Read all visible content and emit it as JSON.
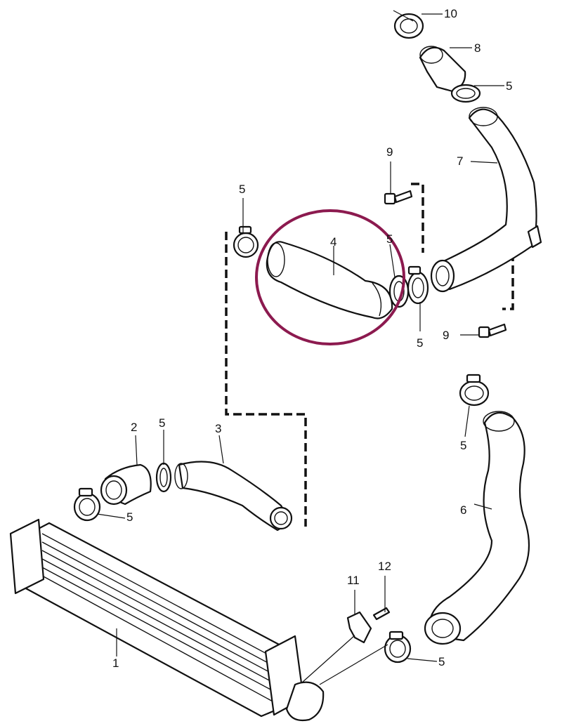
{
  "colors": {
    "highlight": "#8c1a4f",
    "line": "#111111",
    "background": "#ffffff"
  },
  "callouts": {
    "c10": "10",
    "c8": "8",
    "c5a": "5",
    "c7": "7",
    "c9a": "9",
    "c5b": "5",
    "c4": "4",
    "c5c": "5",
    "c5d": "5",
    "c9b": "9",
    "c5e": "5",
    "c6": "6",
    "c2": "2",
    "c5f": "5",
    "c3": "3",
    "c5g": "5",
    "c11": "11",
    "c12": "12",
    "c1": "1",
    "c5h": "5"
  }
}
